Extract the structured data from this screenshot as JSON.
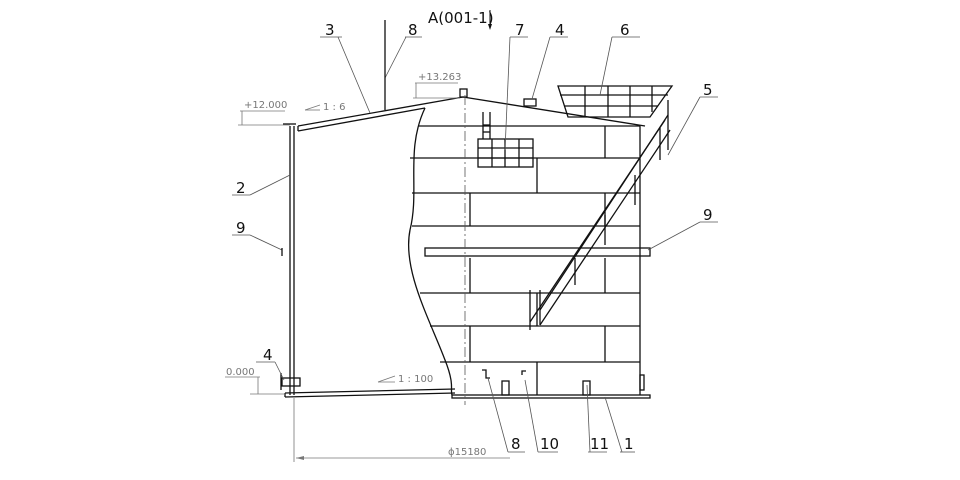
{
  "view_label": "A(001-1)",
  "callouts": {
    "c3": "3",
    "c8_top": "8",
    "c7": "7",
    "c4_top": "4",
    "c6": "6",
    "c5": "5",
    "c9_right": "9",
    "c2": "2",
    "c9_left": "9",
    "c4_bottom": "4",
    "c8_bottom": "8",
    "c10": "10",
    "c11": "11",
    "c1": "1"
  },
  "elevations": {
    "roof_edge": "+12.000",
    "roof_top": "+13.263",
    "ground": "0.000"
  },
  "slopes": {
    "roof": "1 : 6",
    "bottom": "1 : 100"
  },
  "diameter": "ϕ15180",
  "colors": {
    "line": "#111111",
    "dim": "#777777"
  }
}
